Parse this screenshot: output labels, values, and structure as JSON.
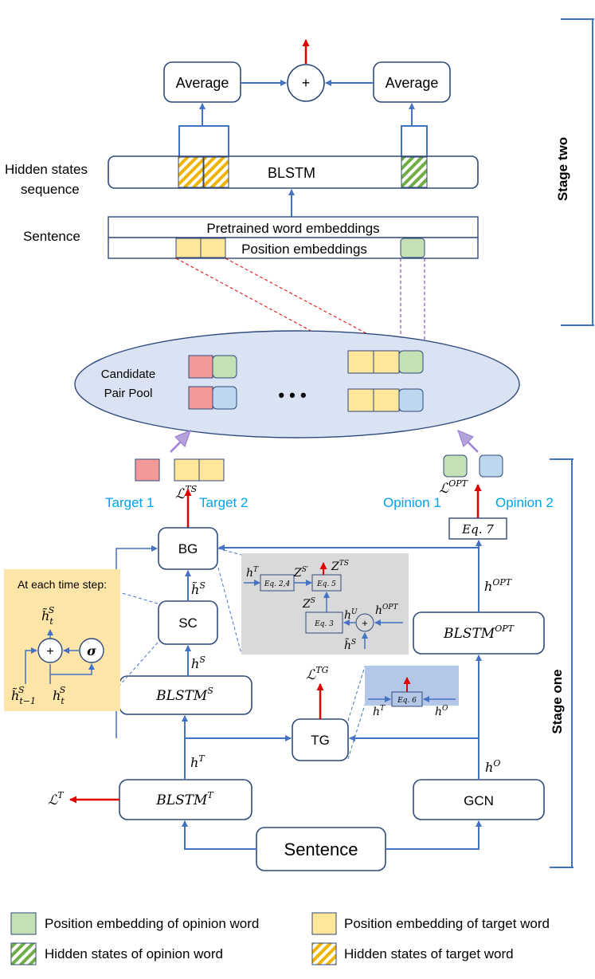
{
  "stage_two": {
    "label": "Stage two",
    "avg_left": "Average",
    "avg_right": "Average",
    "plus": "+",
    "hidden_states_label_1": "Hidden states",
    "hidden_states_label_2": "sequence",
    "blstm": "BLSTM",
    "sentence_label": "Sentence",
    "pretrained": "Pretrained word embeddings",
    "position": "Position embeddings"
  },
  "pool": {
    "label_1": "Candidate",
    "label_2": "Pair Pool",
    "ellipsis": "• • •"
  },
  "stage_one": {
    "label": "Stage one",
    "target_1": "Target 1",
    "target_2": "Target 2",
    "opinion_1": "Opinion 1",
    "opinion_2": "Opinion 2",
    "loss_ts": "ℒ",
    "loss_ts_sup": "TS",
    "loss_opt": "ℒ",
    "loss_opt_sup": "OPT",
    "loss_tg": "ℒ",
    "loss_tg_sup": "TG",
    "loss_t": "ℒ",
    "loss_t_sup": "T",
    "eq7": "Eq. 7",
    "bg": "BG",
    "sc": "SC",
    "tg": "TG",
    "gcn": "GCN",
    "sentence": "Sentence",
    "blstm_s": "BLSTM",
    "blstm_s_sup": "S",
    "blstm_t": "BLSTM",
    "blstm_t_sup": "T",
    "blstm_opt": "BLSTM",
    "blstm_opt_sup": "OPT",
    "h_opt": "h",
    "h_opt_sup": "OPT",
    "h_o": "h",
    "h_o_sup": "O",
    "h_t": "h",
    "h_t_sup": "T",
    "h_s": "h",
    "h_s_sup": "S",
    "htilde_s": "h̃",
    "htilde_s_sup": "S"
  },
  "sc_detail": {
    "title": "At each time step:",
    "plus": "+",
    "sigma": "σ",
    "out": "h̃",
    "out_sub": "t",
    "out_sup": "S",
    "prev": "h̃",
    "prev_sub": "t−1",
    "prev_sup": "S",
    "cur": "h",
    "cur_sub": "t",
    "cur_sup": "S"
  },
  "bg_detail": {
    "eq24": "Eq. 2,4",
    "eq5": "Eq. 5",
    "eq3": "Eq. 3",
    "plus": "+",
    "ht": "h",
    "ht_sup": "T",
    "zsp": "Z",
    "zsp_sup": "S′",
    "zts": "Z",
    "zts_sup": "TS",
    "zs": "Z",
    "zs_sup": "S",
    "hu": "h",
    "hu_sup": "U",
    "hopt": "h",
    "hopt_sup": "OPT",
    "hs": "h̃",
    "hs_sup": "S"
  },
  "tg_detail": {
    "eq6": "Eq. 6",
    "ht": "h",
    "ht_sup": "T",
    "ho": "h",
    "ho_sup": "O"
  },
  "legend": {
    "pos_opinion": "Position embedding of opinion word",
    "pos_target": "Position embedding of target word",
    "hid_opinion": "Hidden states of opinion word",
    "hid_target": "Hidden states of target word"
  },
  "colors": {
    "line": "#4472c4",
    "box_stroke": "#2f4a7a",
    "red": "#e00000",
    "green": "#c5e0b4",
    "green_stroke": "#70ad47",
    "yellow": "#ffe699",
    "yellow_stroke": "#f0b400",
    "pink": "#f4999a",
    "blue": "#bdd7ee",
    "gray_panel": "#d9d9d9",
    "blue_panel": "#b4c7e7",
    "tan_panel": "#ffe6a8",
    "cyan_text": "#00a2e8",
    "purple": "#9e7fd6",
    "purple_fill": "#b4a2d8"
  }
}
